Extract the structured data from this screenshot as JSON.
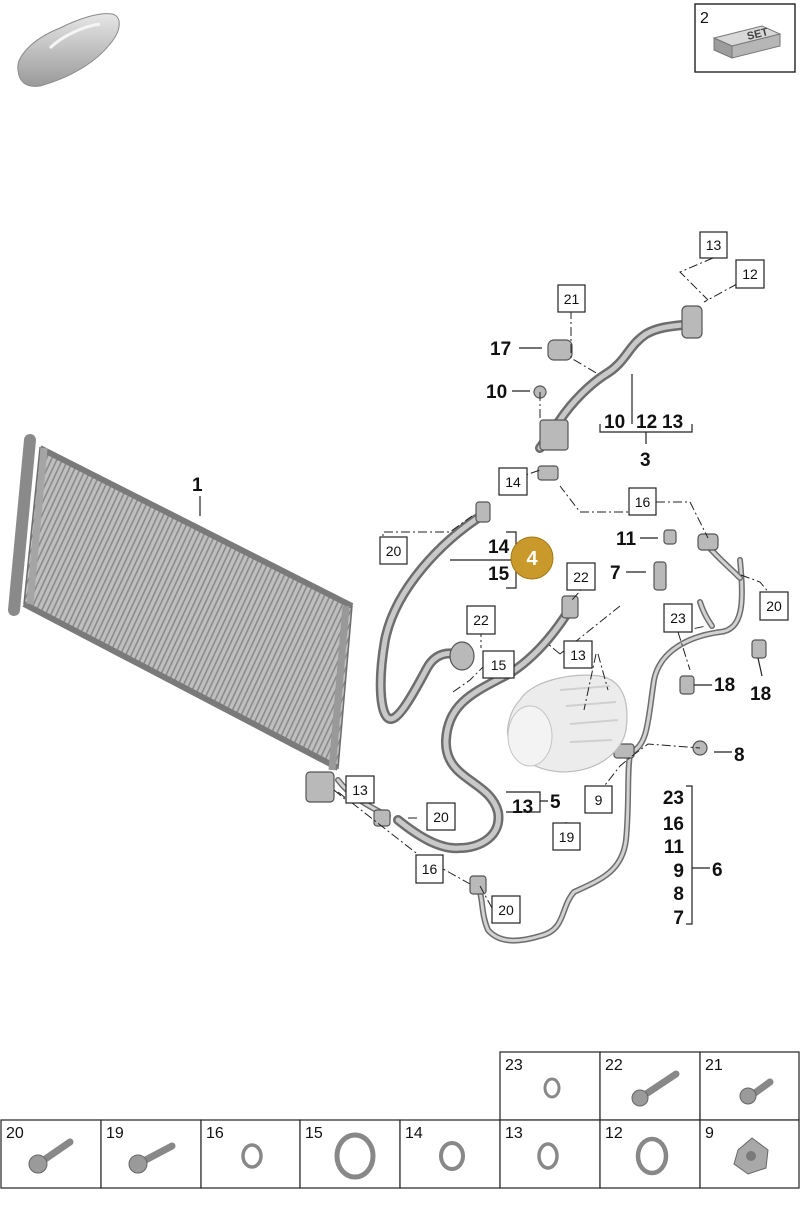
{
  "set_box": {
    "number": "2",
    "label": "SET"
  },
  "callout": "4",
  "boxed_labels": [
    {
      "id": "b13-top",
      "text": "13"
    },
    {
      "id": "b12-top",
      "text": "12"
    },
    {
      "id": "b21",
      "text": "21"
    },
    {
      "id": "b14",
      "text": "14"
    },
    {
      "id": "b16-top",
      "text": "16"
    },
    {
      "id": "b20-left",
      "text": "20"
    },
    {
      "id": "b22-a",
      "text": "22"
    },
    {
      "id": "b22-b",
      "text": "22"
    },
    {
      "id": "b15",
      "text": "15"
    },
    {
      "id": "b13-mid",
      "text": "13"
    },
    {
      "id": "b23",
      "text": "23"
    },
    {
      "id": "b20-right",
      "text": "20"
    },
    {
      "id": "b13-cond",
      "text": "13"
    },
    {
      "id": "b20-mid",
      "text": "20"
    },
    {
      "id": "b9",
      "text": "9"
    },
    {
      "id": "b19",
      "text": "19"
    },
    {
      "id": "b16-low",
      "text": "16"
    },
    {
      "id": "b20-low",
      "text": "20"
    }
  ],
  "plain_labels": {
    "l1": "1",
    "l17": "17",
    "l10": "10",
    "l10b": "10",
    "l12b": "12",
    "l13b": "13",
    "l3": "3",
    "l14b": "14",
    "l15b": "15",
    "l11": "11",
    "l7": "7",
    "l18a": "18",
    "l18b": "18",
    "l8": "8",
    "l13c": "13",
    "l5": "5",
    "l6": "6"
  },
  "group6": [
    "23",
    "16",
    "11",
    "9",
    "8",
    "7"
  ],
  "legend_top": [
    "23",
    "22",
    "21"
  ],
  "legend_bottom": [
    "20",
    "19",
    "16",
    "15",
    "14",
    "13",
    "12",
    "9"
  ]
}
